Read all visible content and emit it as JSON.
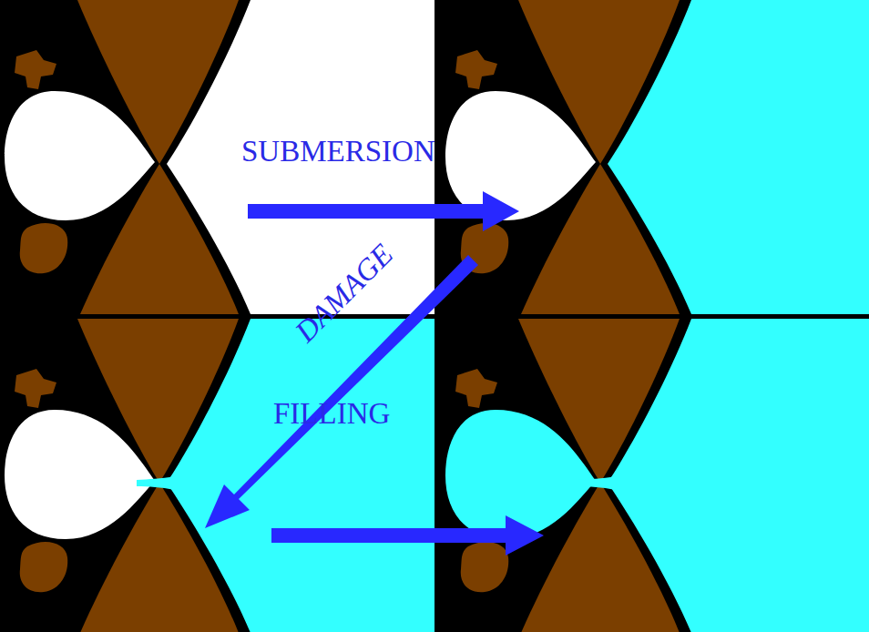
{
  "diagram": {
    "labels": [
      "SUBMERSION",
      "DAMAGE",
      "FILLING"
    ]
  }
}
